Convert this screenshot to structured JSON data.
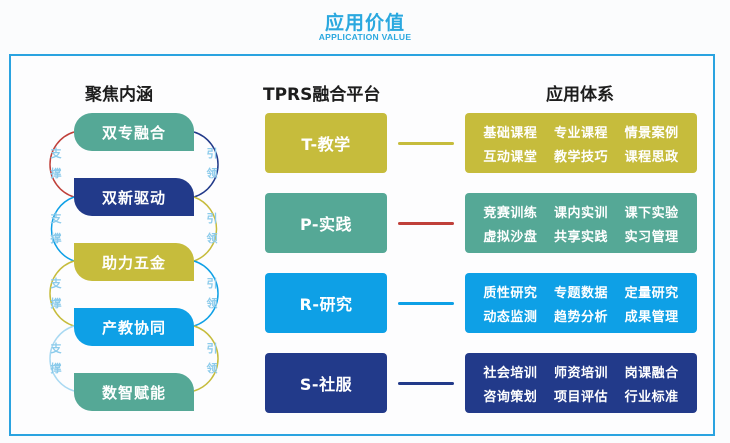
{
  "header": {
    "title": "应用价值",
    "subtitle": "APPLICATION VALUE"
  },
  "colors": {
    "accent": "#2aa8df",
    "teal": "#55a896",
    "navy": "#223a8a",
    "olive": "#c6bc3c",
    "blue": "#0ea0e6",
    "red": "#c0403a",
    "light_blue": "#8ccbeb"
  },
  "columns": {
    "connotation_heading": "聚焦内涵",
    "platform_heading": "TPRS融合平台",
    "system_heading": "应用体系"
  },
  "connotation": {
    "items": [
      {
        "label": "双专融合",
        "color": "#55a896"
      },
      {
        "label": "双新驱动",
        "color": "#223a8a"
      },
      {
        "label": "助力五金",
        "color": "#c6bc3c"
      },
      {
        "label": "产教协同",
        "color": "#0ea0e6"
      },
      {
        "label": "数智赋能",
        "color": "#55a896"
      }
    ],
    "left_label": [
      "支",
      "撑"
    ],
    "right_label": [
      "引",
      "领"
    ]
  },
  "platform": {
    "items": [
      {
        "label": "T-教学",
        "color": "#c6bc3c",
        "connector": "#c6bc3c"
      },
      {
        "label": "P-实践",
        "color": "#55a896",
        "connector": "#c0403a"
      },
      {
        "label": "R-研究",
        "color": "#0ea0e6",
        "connector": "#0ea0e6"
      },
      {
        "label": "S-社服",
        "color": "#223a8a",
        "connector": "#223a8a"
      }
    ]
  },
  "system": {
    "groups": [
      {
        "color": "#c6bc3c",
        "items": [
          "基础课程",
          "专业课程",
          "情景案例",
          "互动课堂",
          "教学技巧",
          "课程思政"
        ]
      },
      {
        "color": "#55a896",
        "items": [
          "竞赛训练",
          "课内实训",
          "课下实验",
          "虚拟沙盘",
          "共享实践",
          "实习管理"
        ]
      },
      {
        "color": "#0ea0e6",
        "items": [
          "质性研究",
          "专题数据",
          "定量研究",
          "动态监测",
          "趋势分析",
          "成果管理"
        ]
      },
      {
        "color": "#223a8a",
        "items": [
          "社会培训",
          "师资培训",
          "岗课融合",
          "咨询策划",
          "项目评估",
          "行业标准"
        ]
      }
    ]
  }
}
